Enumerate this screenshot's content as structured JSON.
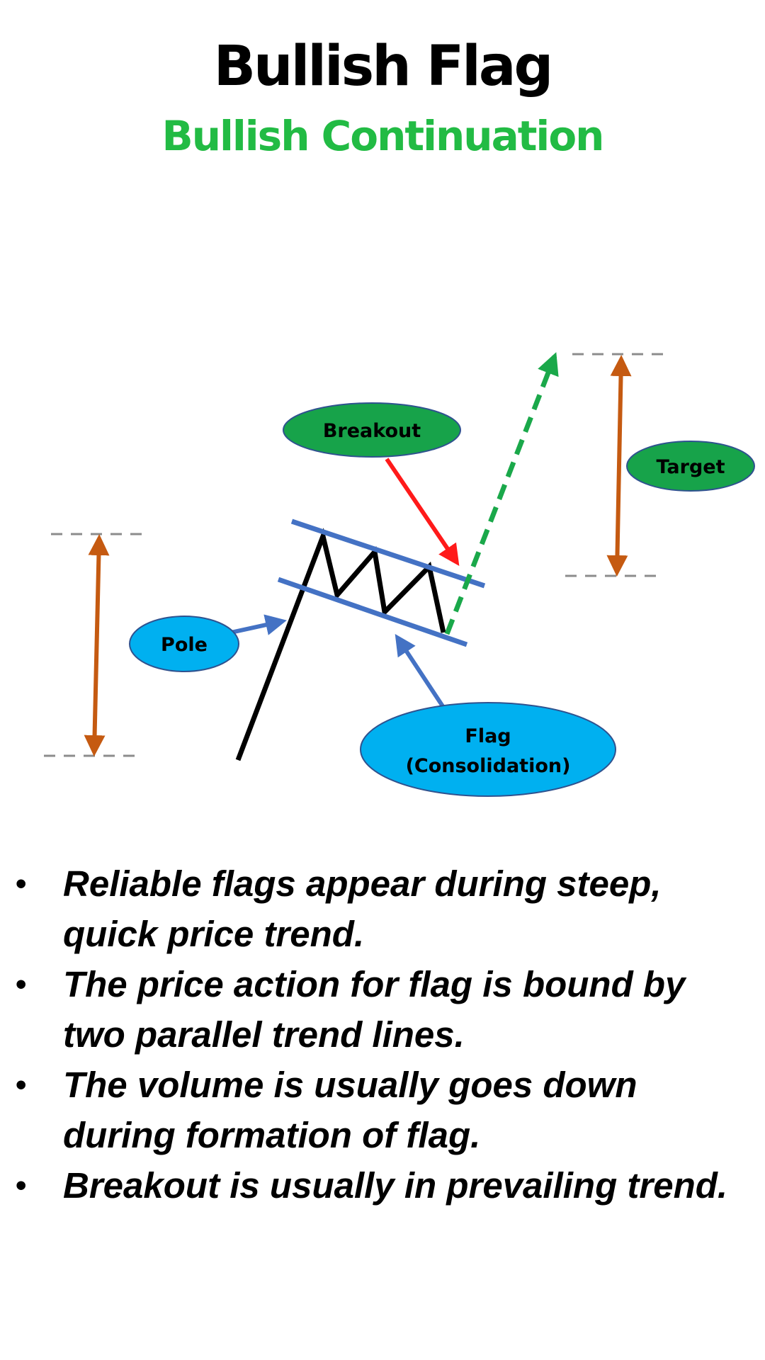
{
  "header": {
    "title": "Bullish Flag",
    "subtitle": "Bullish Continuation",
    "subtitle_color": "#22bb44"
  },
  "diagram": {
    "labels": {
      "breakout": "Breakout",
      "target": "Target",
      "pole": "Pole",
      "flag_line1": "Flag",
      "flag_line2": "(Consolidation)"
    },
    "colors": {
      "green_label_fill": "#17a34a",
      "blue_label_fill": "#00b0f0",
      "label_stroke": "#2f528f",
      "channel_line": "#4472c4",
      "price_line": "#000000",
      "breakout_arrow": "#ff1a1a",
      "projection": "#1aa84a",
      "measure_arrow": "#c55a11",
      "reference_dash": "#8c8c8c"
    }
  },
  "bullets": {
    "marker": "•",
    "items": [
      "Reliable flags appear during steep, quick price trend.",
      "The price action for flag is bound by two parallel trend lines.",
      "The volume is usually goes down during formation of flag.",
      "Breakout is usually in prevailing trend."
    ]
  }
}
